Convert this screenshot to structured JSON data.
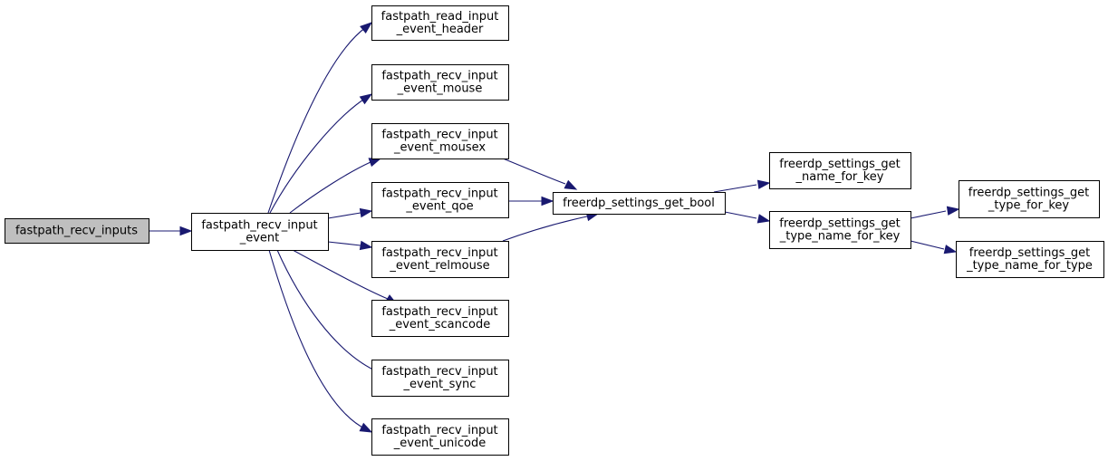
{
  "diagram": {
    "nodes": [
      {
        "id": "n0",
        "lines": [
          "fastpath_recv_inputs"
        ],
        "highlighted": true
      },
      {
        "id": "n1",
        "lines": [
          "fastpath_recv_input",
          "_event"
        ]
      },
      {
        "id": "n2",
        "lines": [
          "fastpath_read_input",
          "_event_header"
        ]
      },
      {
        "id": "n3",
        "lines": [
          "fastpath_recv_input",
          "_event_mouse"
        ]
      },
      {
        "id": "n4",
        "lines": [
          "fastpath_recv_input",
          "_event_mousex"
        ]
      },
      {
        "id": "n5",
        "lines": [
          "fastpath_recv_input",
          "_event_qoe"
        ]
      },
      {
        "id": "n6",
        "lines": [
          "fastpath_recv_input",
          "_event_relmouse"
        ]
      },
      {
        "id": "n7",
        "lines": [
          "fastpath_recv_input",
          "_event_scancode"
        ]
      },
      {
        "id": "n8",
        "lines": [
          "fastpath_recv_input",
          "_event_sync"
        ]
      },
      {
        "id": "n9",
        "lines": [
          "fastpath_recv_input",
          "_event_unicode"
        ]
      },
      {
        "id": "n10",
        "lines": [
          "freerdp_settings_get_bool"
        ]
      },
      {
        "id": "n11",
        "lines": [
          "freerdp_settings_get",
          "_name_for_key"
        ]
      },
      {
        "id": "n12",
        "lines": [
          "freerdp_settings_get",
          "_type_name_for_key"
        ]
      },
      {
        "id": "n13",
        "lines": [
          "freerdp_settings_get",
          "_type_for_key"
        ]
      },
      {
        "id": "n14",
        "lines": [
          "freerdp_settings_get",
          "_type_name_for_type"
        ]
      }
    ],
    "edges": [
      {
        "from": "n0",
        "to": "n1"
      },
      {
        "from": "n1",
        "to": "n2"
      },
      {
        "from": "n1",
        "to": "n3"
      },
      {
        "from": "n1",
        "to": "n4"
      },
      {
        "from": "n1",
        "to": "n5"
      },
      {
        "from": "n1",
        "to": "n6"
      },
      {
        "from": "n1",
        "to": "n7"
      },
      {
        "from": "n1",
        "to": "n8"
      },
      {
        "from": "n1",
        "to": "n9"
      },
      {
        "from": "n4",
        "to": "n10"
      },
      {
        "from": "n5",
        "to": "n10"
      },
      {
        "from": "n6",
        "to": "n10"
      },
      {
        "from": "n10",
        "to": "n11"
      },
      {
        "from": "n10",
        "to": "n12"
      },
      {
        "from": "n12",
        "to": "n13"
      },
      {
        "from": "n12",
        "to": "n14"
      }
    ],
    "colors": {
      "edge": "#191970",
      "highlighted_fill": "#bfbfbf",
      "node_fill": "#ffffff",
      "border": "#000000"
    }
  }
}
